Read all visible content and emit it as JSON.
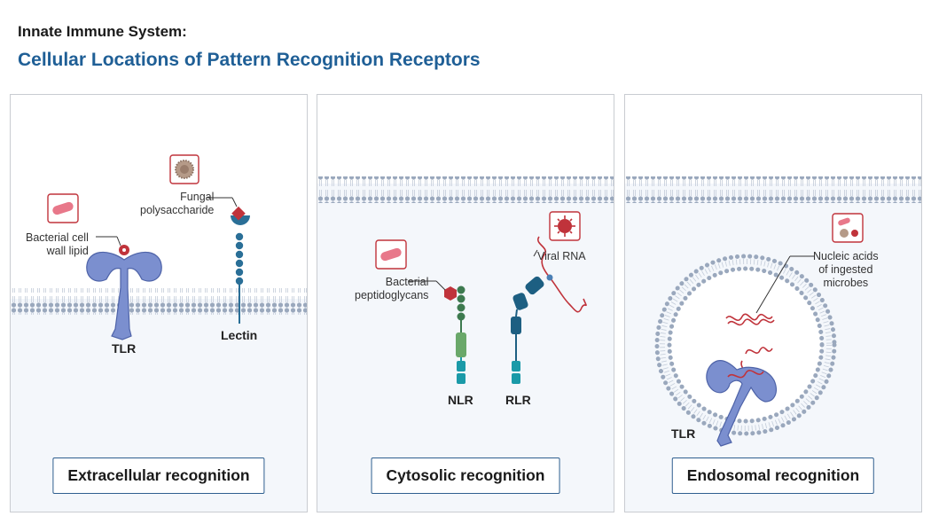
{
  "header": {
    "title_line1": "Innate Immune System:",
    "title_line2": "Cellular Locations of Pattern Recognition Receptors"
  },
  "panels": [
    {
      "caption": "Extracellular recognition",
      "ligand1_line1": "Bacterial cell",
      "ligand1_line2": "wall lipid",
      "ligand2_line1": "Fungal",
      "ligand2_line2": "polysaccharide",
      "receptor1": "TLR",
      "receptor2": "Lectin"
    },
    {
      "caption": "Cytosolic recognition",
      "ligand1_line1": "Bacterial",
      "ligand1_line2": "peptidoglycans",
      "ligand2": "Viral RNA",
      "receptor1": "NLR",
      "receptor2": "RLR"
    },
    {
      "caption": "Endosomal recognition",
      "ligand1_line1": "Nucleic acids",
      "ligand1_line2": "of ingested",
      "ligand1_line3": "microbes",
      "receptor1": "TLR"
    }
  ],
  "colors": {
    "title_blue": "#1f5f96",
    "receptor_tlr": "#7b8fcf",
    "receptor_lectin": "#2a6f97",
    "nlr_green": "#6aa86a",
    "teal": "#1a9aa8",
    "ligand_red": "#c0333b",
    "membrane": "#9aa8bd"
  }
}
